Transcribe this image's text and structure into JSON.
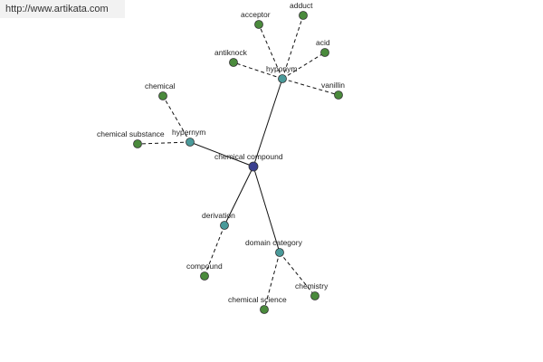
{
  "watermark": "http://www.artikata.com",
  "colors": {
    "center": "#3a3f8f",
    "relation": "#4a9a9a",
    "leaf": "#4a8a3c",
    "edge": "#111111"
  },
  "nodes": [
    {
      "id": "chemical-compound",
      "label": "chemical compound",
      "kind": "center"
    },
    {
      "id": "hyponym",
      "label": "hyponym",
      "kind": "relation"
    },
    {
      "id": "hypernym",
      "label": "hypernym",
      "kind": "relation"
    },
    {
      "id": "derivation",
      "label": "derivation",
      "kind": "relation"
    },
    {
      "id": "domain-category",
      "label": "domain category",
      "kind": "relation"
    },
    {
      "id": "acceptor",
      "label": "acceptor",
      "kind": "leaf"
    },
    {
      "id": "adduct",
      "label": "adduct",
      "kind": "leaf"
    },
    {
      "id": "acid",
      "label": "acid",
      "kind": "leaf"
    },
    {
      "id": "antiknock",
      "label": "antiknock",
      "kind": "leaf"
    },
    {
      "id": "vanillin",
      "label": "vanillin",
      "kind": "leaf"
    },
    {
      "id": "chemical",
      "label": "chemical",
      "kind": "leaf"
    },
    {
      "id": "chemical-substance",
      "label": "chemical substance",
      "kind": "leaf"
    },
    {
      "id": "compound",
      "label": "compound",
      "kind": "leaf"
    },
    {
      "id": "chemistry",
      "label": "chemistry",
      "kind": "leaf"
    },
    {
      "id": "chemical-science",
      "label": "chemical science",
      "kind": "leaf"
    }
  ],
  "edges": [
    {
      "from": "chemical-compound",
      "to": "hyponym",
      "style": "solid"
    },
    {
      "from": "chemical-compound",
      "to": "hypernym",
      "style": "solid"
    },
    {
      "from": "chemical-compound",
      "to": "derivation",
      "style": "solid"
    },
    {
      "from": "chemical-compound",
      "to": "domain-category",
      "style": "solid"
    },
    {
      "from": "hyponym",
      "to": "acceptor",
      "style": "dashed"
    },
    {
      "from": "hyponym",
      "to": "adduct",
      "style": "dashed"
    },
    {
      "from": "hyponym",
      "to": "acid",
      "style": "dashed"
    },
    {
      "from": "hyponym",
      "to": "antiknock",
      "style": "dashed"
    },
    {
      "from": "hyponym",
      "to": "vanillin",
      "style": "dashed"
    },
    {
      "from": "hypernym",
      "to": "chemical",
      "style": "dashed"
    },
    {
      "from": "hypernym",
      "to": "chemical-substance",
      "style": "dashed"
    },
    {
      "from": "derivation",
      "to": "compound",
      "style": "dashed"
    },
    {
      "from": "domain-category",
      "to": "chemistry",
      "style": "dashed"
    },
    {
      "from": "domain-category",
      "to": "chemical-science",
      "style": "dashed"
    }
  ]
}
